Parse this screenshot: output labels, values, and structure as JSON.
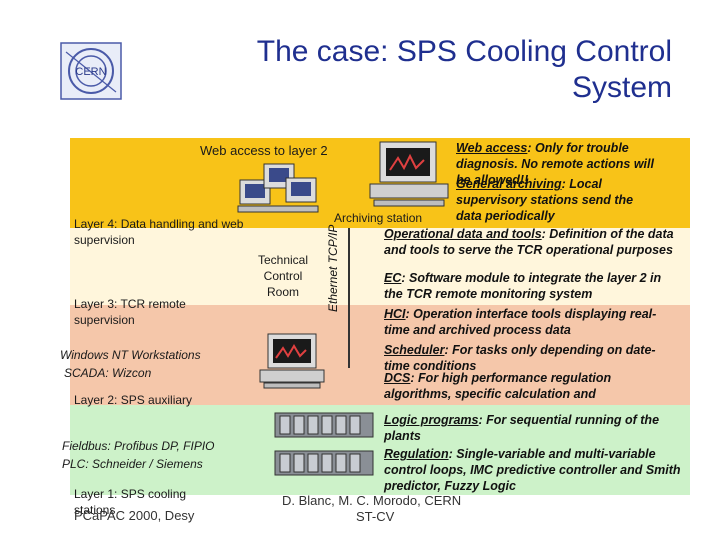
{
  "title": {
    "line1": "The case: SPS Cooling Control",
    "line2": "System"
  },
  "logo": {
    "text": "CERN"
  },
  "labels": {
    "web_access": "Web access to layer 2",
    "archiving": "Archiving station",
    "layer4": "Layer 4: Data handling and web supervision",
    "tcr": "Technical Control Room",
    "ethernet": "Ethernet TCP/IP",
    "layer3": "Layer 3: TCR remote supervision",
    "windows": "Windows NT Workstations",
    "scada": "SCADA: Wizcon",
    "layer2": "Layer 2: SPS auxiliary",
    "fieldbus": "Fieldbus: Profibus DP, FIPIO",
    "plc": "PLC: Schneider / Siemens",
    "layer1": "Layer 1: SPS cooling stations"
  },
  "notes": {
    "web_access_term": "Web access",
    "web_access_text": ": Only for trouble diagnosis. No remote actions will be allowed!!",
    "general_archiving_term": "General archiving",
    "general_archiving_text": ": Local supervisory stations send the data periodically",
    "operational_term": "Operational data and tools",
    "operational_text": ": Definition of the data and tools to serve the TCR operational purposes",
    "ec_term": "EC",
    "ec_text": ": Software module to integrate the layer 2 in the TCR remote monitoring system",
    "hci_term": "HCI",
    "hci_text": ": Operation interface tools displaying real-time and archived process data",
    "scheduler_term": "Scheduler",
    "scheduler_text": ": For tasks only depending on date-time conditions",
    "dcs_term": "DCS",
    "dcs_text": ": For high performance regulation algorithms, specific calculation and",
    "logic_term": "Logic programs",
    "logic_text": ": For sequential running of the plants",
    "regulation_term": "Regulation",
    "regulation_text": ": Single-variable and multi-variable control loops, IMC predictive controller and Smith predictor, Fuzzy Logic"
  },
  "footer": {
    "left": "PCaPAC 2000, Desy",
    "right_line1": "D. Blanc, M. C. Morodo, CERN",
    "right_line2": "ST-CV"
  },
  "colors": {
    "title": "#1f2f8f",
    "yellow": "#f8c318",
    "cream": "#fff6dc",
    "pink": "#f5c7aa",
    "green": "#cdf2c9"
  }
}
